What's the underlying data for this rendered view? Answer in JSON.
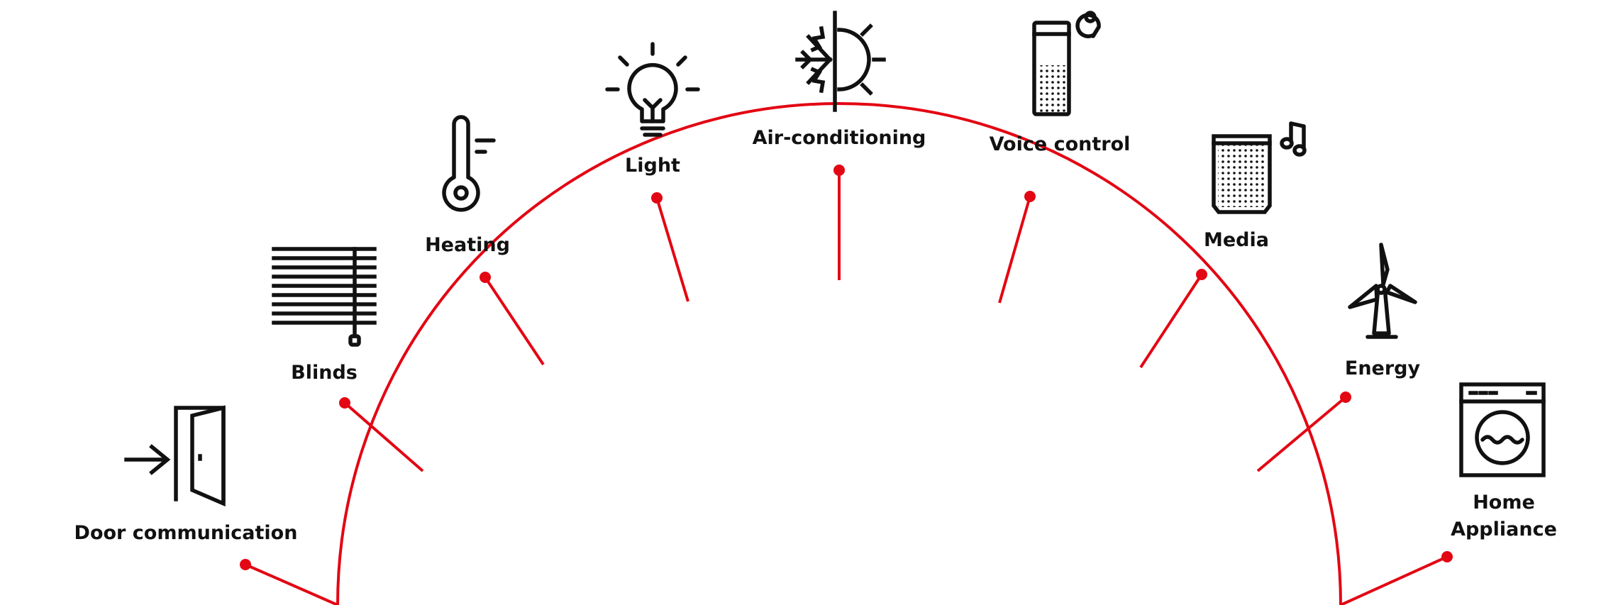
{
  "diagram": {
    "accent_color": "#e30613",
    "icon_color": "#111111",
    "items": [
      {
        "id": "door",
        "label": "Door communication",
        "icon": "door-entry-icon"
      },
      {
        "id": "blinds",
        "label": "Blinds",
        "icon": "blinds-icon"
      },
      {
        "id": "heating",
        "label": "Heating",
        "icon": "thermometer-icon"
      },
      {
        "id": "light",
        "label": "Light",
        "icon": "light-bulb-icon"
      },
      {
        "id": "aircon",
        "label": "Air-conditioning",
        "icon": "snowflake-sun-icon"
      },
      {
        "id": "voice",
        "label": "Voice control",
        "icon": "smart-speaker-icon"
      },
      {
        "id": "media",
        "label": "Media",
        "icon": "speaker-music-icon"
      },
      {
        "id": "energy",
        "label": "Energy",
        "icon": "wind-turbine-icon"
      },
      {
        "id": "appliance",
        "label_line1": "Home",
        "label_line2": "Appliance",
        "icon": "washing-machine-icon"
      }
    ]
  }
}
